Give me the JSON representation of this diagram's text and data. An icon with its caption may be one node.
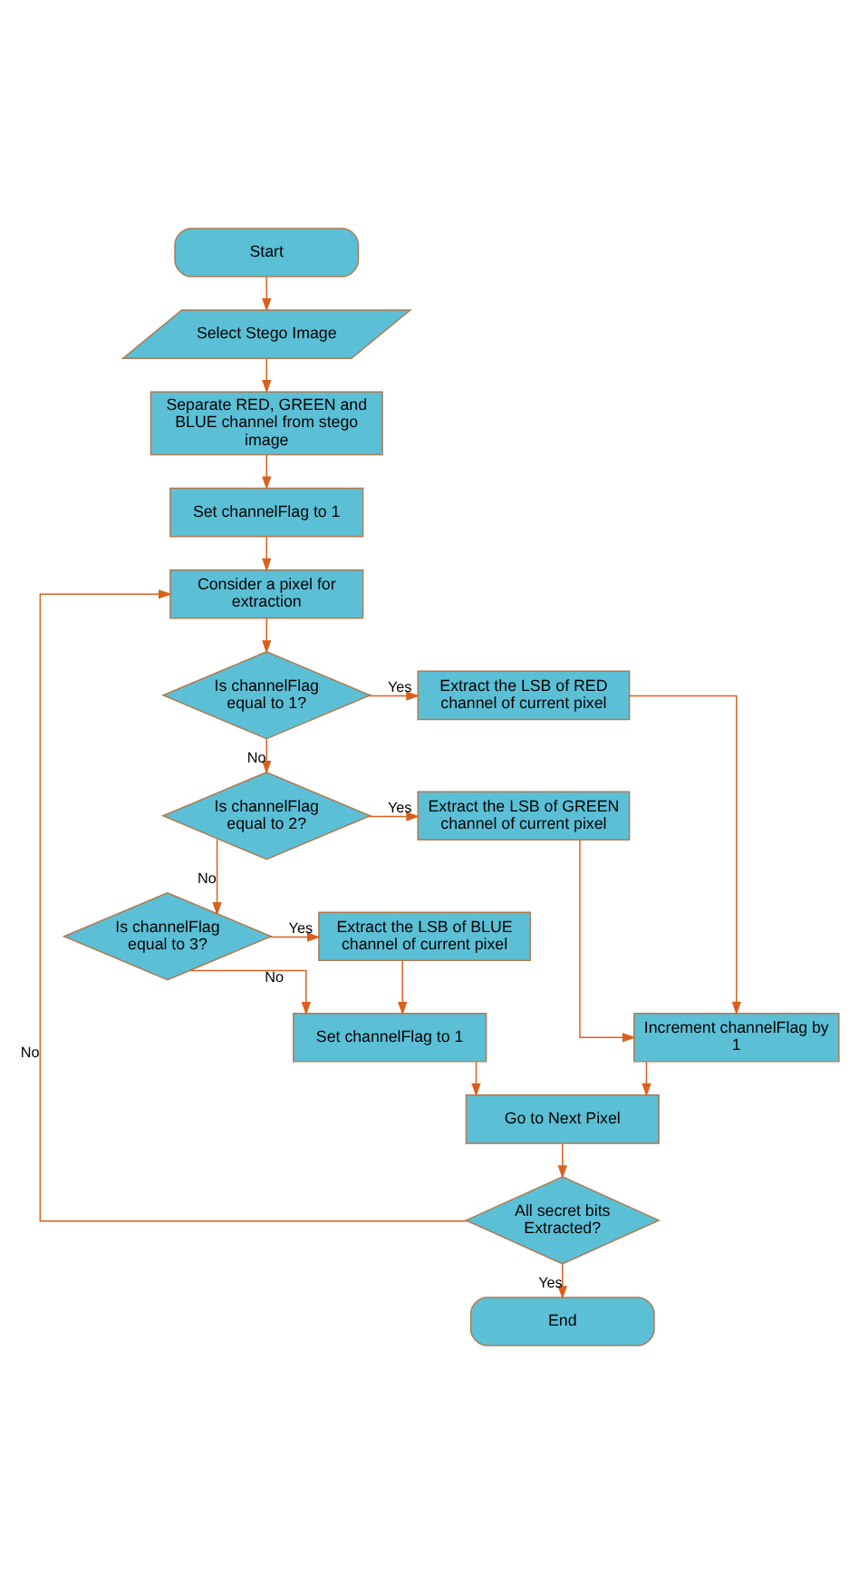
{
  "diagram": {
    "nodes": [
      {
        "text": [
          "Start"
        ]
      },
      {
        "text": [
          "Select Stego Image"
        ]
      },
      {
        "text": [
          "Separate RED, GREEN and BLUE channel from stego image"
        ]
      },
      {
        "text": [
          "Set channelFlag to 1"
        ]
      },
      {
        "text": [
          "Consider a pixel for extraction"
        ]
      },
      {
        "text": [
          "Is channelFlag equal to 1?"
        ]
      },
      {
        "text": [
          "Extract the LSB of RED channel of current pixel"
        ]
      },
      {
        "text": [
          "Is channelFlag equal to 2?"
        ]
      },
      {
        "text": [
          "Extract the LSB of GREEN channel of current pixel"
        ]
      },
      {
        "text": [
          "Is channelFlag equal to 3?"
        ]
      },
      {
        "text": [
          "Extract the LSB of BLUE channel of current pixel"
        ]
      },
      {
        "text": [
          "Set channelFlag to 1"
        ]
      },
      {
        "text": [
          "Increment channelFlag by 1"
        ]
      },
      {
        "text": [
          "Go to Next Pixel"
        ]
      },
      {
        "text": [
          "All secret bits Extracted?"
        ]
      },
      {
        "text": [
          "End"
        ]
      }
    ],
    "edges": [
      {
        "from": 0,
        "to": 1,
        "arrow": "to"
      },
      {
        "from": 1,
        "to": 2,
        "arrow": "to"
      },
      {
        "from": 2,
        "to": 3,
        "arrow": "to"
      },
      {
        "from": 3,
        "to": 4,
        "arrow": "to"
      },
      {
        "from": 4,
        "to": 5,
        "arrow": "to"
      },
      {
        "from": 5,
        "to": 6,
        "arrow": "to",
        "label": "Yes"
      },
      {
        "from": 5,
        "to": 7,
        "arrow": "to",
        "label": "No"
      },
      {
        "from": 7,
        "to": 8,
        "arrow": "to",
        "label": "Yes"
      },
      {
        "from": 7,
        "to": 9,
        "arrow": "to",
        "label": "No"
      },
      {
        "from": 9,
        "to": 10,
        "arrow": "to",
        "label": "Yes"
      },
      {
        "from": 9,
        "to": 11,
        "arrow": "to",
        "label": "No"
      },
      {
        "from": 6,
        "to": 12,
        "arrow": "to"
      },
      {
        "from": 8,
        "to": 12,
        "arrow": "to"
      },
      {
        "from": 10,
        "to": 11,
        "arrow": "to"
      },
      {
        "from": 11,
        "to": 13,
        "arrow": "to"
      },
      {
        "from": 12,
        "to": 13,
        "arrow": "to"
      },
      {
        "from": 13,
        "to": 14,
        "arrow": "to"
      },
      {
        "from": 14,
        "to": 4,
        "arrow": "to",
        "label": "No"
      },
      {
        "from": 14,
        "to": 15,
        "arrow": "to",
        "label": "Yes"
      }
    ]
  }
}
